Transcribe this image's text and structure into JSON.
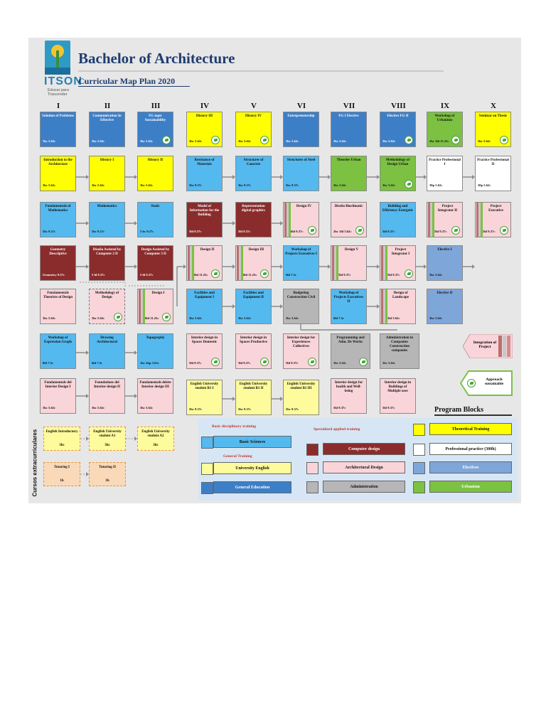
{
  "header": {
    "title": "Bachelor of Architecture",
    "subtitle": "Curricular Map Plan 2020",
    "logo_name": "ITSON",
    "logo_tagline": "Educar para Trascender"
  },
  "semesters": [
    "I",
    "II",
    "III",
    "IV",
    "V",
    "VI",
    "VII",
    "VIII",
    "IX",
    "X"
  ],
  "colors": {
    "basic_sciences": "#54b9ef",
    "general_education": "#3d7fc7",
    "university_english": "#fdfb9b",
    "computer_design": "#8b2c2c",
    "architectural_design": "#f9d4d8",
    "administration": "#b6b6b6",
    "theoretical_training": "#ffff00",
    "professional_practice": "#ffffff",
    "electives": "#7fa6d9",
    "urbanism": "#7cc142"
  },
  "courses": [
    {
      "name": "Solution of Problems",
      "credits": "3hc      5.62c",
      "color": "general_education",
      "light": true
    },
    {
      "name": "Introduction to the Architecture",
      "credits": "3hc      5.62c",
      "color": "theoretical_training"
    },
    {
      "name": "Fundamentals of Mathematics",
      "credits": "5hc      9.37c",
      "color": "basic_sciences"
    },
    {
      "name": "Geometry Descriptive",
      "credits": "Geometry      9.37c",
      "color": "computer_design",
      "light": true
    },
    {
      "name": "Fundamentals Theorists of Design",
      "credits": "3hc 5.62c",
      "color": "architectural_design"
    },
    {
      "name": "Workshop of Expression Graph",
      "credits": "6hl      7.5c",
      "color": "basic_sciences"
    },
    {
      "name": "Fundamentals del Interior Design I",
      "credits": "3hc   5.62c",
      "color": "architectural_design"
    },
    {
      "name": "Communication In Effective",
      "credits": "3hc      5.62c",
      "color": "general_education",
      "light": true
    },
    {
      "name": "History I",
      "credits": "3hc  5.62c",
      "color": "theoretical_training"
    },
    {
      "name": "Mathematics",
      "credits": "5hc      9.37c",
      "color": "basic_sciences"
    },
    {
      "name": "Diseño Assisted by Computer 2 D",
      "credits": "5 hl      9.37c",
      "color": "computer_design",
      "light": true
    },
    {
      "name": "Methodology of Design",
      "credits": "3hc   5.62c",
      "color": "architectural_design"
    },
    {
      "name": "Drawing Architectural",
      "credits": "6hl      7.5c",
      "color": "basic_sciences"
    },
    {
      "name": "Foundations del Interior design II",
      "credits": "3hc   5.62c",
      "color": "architectural_design"
    },
    {
      "name": "FG topic Sustainability",
      "credits": "3hc 5.62c",
      "color": "general_education",
      "light": true
    },
    {
      "name": "History II",
      "credits": "3hc      5.62c",
      "color": "theoretical_training"
    },
    {
      "name": "Static",
      "credits": "5 hc      9.37c",
      "color": "basic_sciences"
    },
    {
      "name": "Design Assisted by Computer 3 D",
      "credits": "5 hl      9.37c",
      "color": "computer_design",
      "light": true
    },
    {
      "name": "Design I",
      "credits": "6hl  11.25c",
      "color": "architectural_design"
    },
    {
      "name": "Topography",
      "credits": "1hc  2hp  5.62c",
      "color": "basic_sciences"
    },
    {
      "name": "Fundamentals delete Interior design III",
      "credits": "3hc   5.62c",
      "color": "architectural_design"
    },
    {
      "name": "History III",
      "credits": "3hc      5.62c",
      "color": "theoretical_training"
    },
    {
      "name": "Resistance of Materials",
      "credits": "5hc      9.37c",
      "color": "basic_sciences"
    },
    {
      "name": "Model of Information for the Building",
      "credits": "5hl      9.37c",
      "color": "computer_design",
      "light": true
    },
    {
      "name": "Design II",
      "credits": "6hl  11.25c",
      "color": "architectural_design"
    },
    {
      "name": "Facilities and Equipment I",
      "credits": "3hc      5.62c",
      "color": "basic_sciences"
    },
    {
      "name": "Interior design in Spaces Domestic",
      "credits": "5hl      9.37c",
      "color": "architectural_design"
    },
    {
      "name": "English University student B1 I",
      "credits": "5hc      9.37c",
      "color": "university_english"
    },
    {
      "name": "History IV",
      "credits": "3hc      5.62c",
      "color": "theoretical_training"
    },
    {
      "name": "Structures of Concrete",
      "credits": "3hc  9.37c",
      "color": "basic_sciences"
    },
    {
      "name": "Representation digital graphics",
      "credits": "5hl      9.37c",
      "color": "computer_design",
      "light": true
    },
    {
      "name": "Design III",
      "credits": "6hl  11.25c",
      "color": "architectural_design"
    },
    {
      "name": "Facilities and Equipment II",
      "credits": "3hc      5.62c",
      "color": "basic_sciences"
    },
    {
      "name": "Interior design in Spaces Productive",
      "credits": "5hl      9.37c",
      "color": "architectural_design"
    },
    {
      "name": "English University student B1 II",
      "credits": "5hc      9.37c",
      "color": "university_english"
    },
    {
      "name": "Entrepreneurship",
      "credits": "3hc      5.62c",
      "color": "general_education",
      "light": true
    },
    {
      "name": "Structures of Steel",
      "credits": "5hc      9.37c",
      "color": "basic_sciences"
    },
    {
      "name": "Design IV",
      "credits": "6hl  9.37c",
      "color": "architectural_design"
    },
    {
      "name": "Workshop of Projects Executives I",
      "credits": "6hl      7.5c",
      "color": "basic_sciences"
    },
    {
      "name": "Budgeting Construction Civil",
      "credits": "3hc      5.62c",
      "color": "administration"
    },
    {
      "name": "Interior design for Experiences Collectives",
      "credits": "5hl      9.37c",
      "color": "architectural_design"
    },
    {
      "name": "English University student B1 III",
      "credits": "5hc      9.37c",
      "color": "university_english"
    },
    {
      "name": "FG I Elective",
      "credits": "3hc      5.62c",
      "color": "general_education",
      "light": true
    },
    {
      "name": "Theories Urban",
      "credits": "3hc      5.62c",
      "color": "urbanism"
    },
    {
      "name": "Diseño Bioclimatic",
      "credits": "2hc 1hl  5.62c",
      "color": "architectural_design"
    },
    {
      "name": "Design V",
      "credits": "5hl 9.37c",
      "color": "architectural_design"
    },
    {
      "name": "Workshop of Projects Executives II",
      "credits": "6hl      7.5c",
      "color": "basic_sciences"
    },
    {
      "name": "Programming and Adm. De Works",
      "credits": "3hc      5.62c",
      "color": "administration"
    },
    {
      "name": "Interior design for health and Well-being",
      "credits": "5hl      9.37c",
      "color": "architectural_design"
    },
    {
      "name": "Elective FG II",
      "credits": "3hc      5.62c",
      "color": "general_education",
      "light": true
    },
    {
      "name": "Methodology of Design Urban",
      "credits": "3hc      5.62c",
      "color": "urbanism"
    },
    {
      "name": "Building and Efficiency Energetic",
      "credits": "5hl      9.37c",
      "color": "basic_sciences"
    },
    {
      "name": "Project Integrator I",
      "credits": "5hl      9.37c",
      "color": "architectural_design"
    },
    {
      "name": "Design of Landscape",
      "credits": "3hl      5.62c",
      "color": "architectural_design"
    },
    {
      "name": "Administration in Companies Construction companies",
      "credits": "3hc      5.62c",
      "color": "administration"
    },
    {
      "name": "Interior design in Buildings of Multiple uses",
      "credits": "5hl      9.37c",
      "color": "architectural_design"
    },
    {
      "name": "Workshop of Urbanism",
      "credits": "2hc 3hl  11.25c",
      "color": "urbanism"
    },
    {
      "name": "Practice Professional I",
      "credits": "30p      5.62c",
      "color": "professional_practice"
    },
    {
      "name": "Project Integrator II",
      "credits": "5hl      9.37c",
      "color": "architectural_design"
    },
    {
      "name": "Elective I",
      "credits": "3hc      5.62c",
      "color": "electives"
    },
    {
      "name": "Elective II",
      "credits": "3hc      5.62c",
      "color": "electives"
    },
    {
      "name": "Seminar on Thesis",
      "credits": "3hc      5.62c",
      "color": "theoretical_training"
    },
    {
      "name": "Practice Professional II",
      "credits": "30p      5.62c",
      "color": "professional_practice"
    },
    {
      "name": "Project Executive",
      "credits": "5hl      9.37c",
      "color": "architectural_design"
    }
  ],
  "extracurricular": {
    "label": "Cursos extracurriculares",
    "items": [
      {
        "name": "English Introductory",
        "credits": "3hc"
      },
      {
        "name": "English University student A1",
        "credits": "3hc"
      },
      {
        "name": "English University student A2",
        "credits": "3hc"
      },
      {
        "name": "Tutoring I",
        "credits": "1h"
      },
      {
        "name": "Tutoring II",
        "credits": "1h"
      }
    ]
  },
  "markers": {
    "integration": "Integration of Project",
    "sustainable": "Approach sustainable"
  },
  "legend": {
    "title": "Program Blocks",
    "basic_heading": "Basic disciplinary training",
    "general_heading": "General Training",
    "specialized_heading": "Specialized applied training",
    "items": {
      "basic_sciences": "Basic Sciences",
      "university_english": "University English",
      "general_education": "General Education",
      "computer_design": "Computer design",
      "architectural_design": "Architectural Design",
      "administration": "Administration",
      "theoretical_training": "Theoretical Training",
      "professional_practice": "Professional practice (300h)",
      "electives": "Electives",
      "urbanism": "Urbanism"
    }
  }
}
